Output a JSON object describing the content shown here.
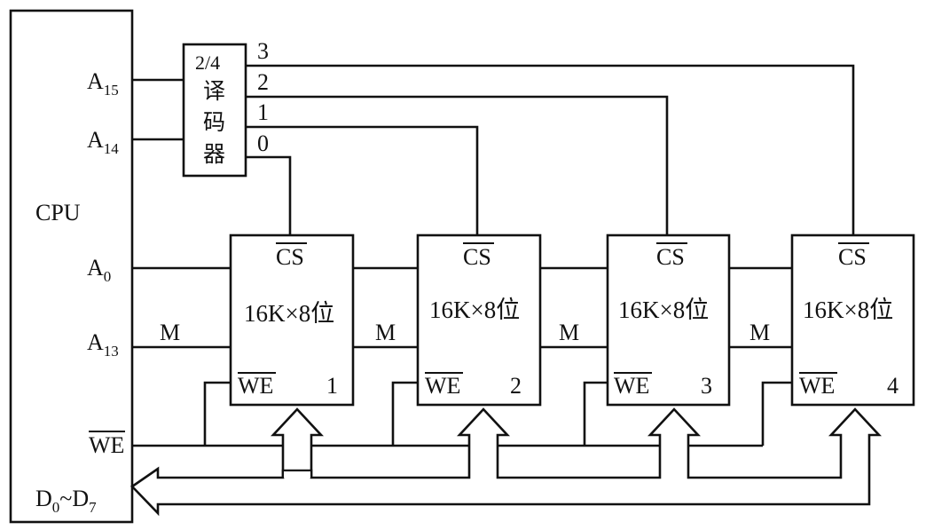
{
  "cpu": {
    "label": "CPU",
    "pins": [
      {
        "base": "A",
        "sub": "15"
      },
      {
        "base": "A",
        "sub": "14"
      },
      {
        "base": "A",
        "sub": "0"
      },
      {
        "base": "A",
        "sub": "13"
      }
    ],
    "we_label": "WE",
    "data_bus": {
      "d0_base": "D",
      "d0_sub": "0",
      "tilde": "~",
      "d7_base": "D",
      "d7_sub": "7"
    }
  },
  "decoder": {
    "ratio": "2/4",
    "line1": "译",
    "line2": "码",
    "line3": "器",
    "outputs": [
      "3",
      "2",
      "1",
      "0"
    ]
  },
  "chips": [
    {
      "cs": "CS",
      "capacity": "16K×8位",
      "we": "WE",
      "number": "1"
    },
    {
      "cs": "CS",
      "capacity": "16K×8位",
      "we": "WE",
      "number": "2"
    },
    {
      "cs": "CS",
      "capacity": "16K×8位",
      "we": "WE",
      "number": "3"
    },
    {
      "cs": "CS",
      "capacity": "16K×8位",
      "we": "WE",
      "number": "4"
    }
  ],
  "address_bus_label": "M"
}
